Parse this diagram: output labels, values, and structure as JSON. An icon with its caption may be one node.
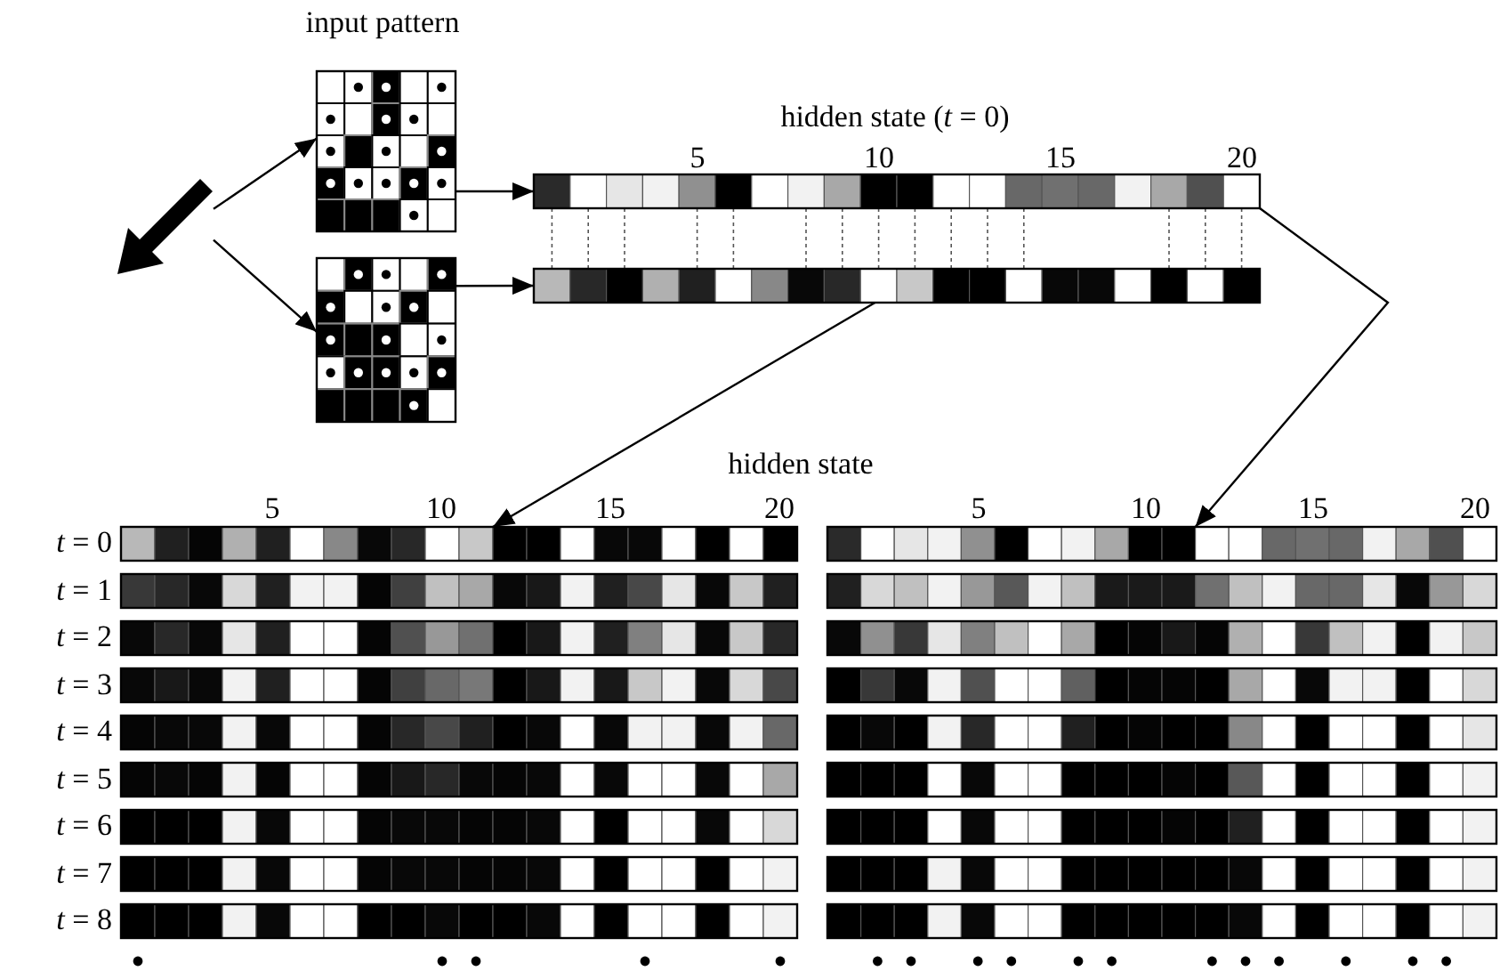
{
  "diagram": {
    "nodes": [
      {
        "text": [],
        "shape": "arrow"
      },
      {
        "text": [],
        "shape": "grid",
        "beside": [
          "input pattern"
        ]
      },
      {
        "text": [],
        "shape": "grid"
      },
      {
        "text": [],
        "shape": "bar",
        "beside": [
          "hidden state (*t* = 0)",
          "5",
          "10",
          "15",
          "20"
        ]
      },
      {
        "text": [],
        "shape": "bar"
      },
      {
        "text": [],
        "shape": "grid"
      },
      {
        "text": [],
        "shape": "grid"
      }
    ],
    "edges": [
      {
        "from": 0,
        "to": 1,
        "arrow": "to"
      },
      {
        "from": 0,
        "to": 2,
        "arrow": "to"
      },
      {
        "from": 1,
        "to": 3,
        "arrow": "to"
      },
      {
        "from": 2,
        "to": 4,
        "arrow": "to"
      },
      {
        "from": 4,
        "to": 5,
        "arrow": "to"
      },
      {
        "from": 3,
        "to": 6,
        "arrow": "to"
      },
      {
        "from": 3,
        "to": 4,
        "arrow": "none",
        "style": "dashed",
        "color": "#555555"
      },
      {
        "from": 3,
        "to": 4,
        "arrow": "none",
        "style": "dashed",
        "color": "#555555"
      },
      {
        "from": 3,
        "to": 4,
        "arrow": "none",
        "style": "dashed",
        "color": "#555555"
      },
      {
        "from": 3,
        "to": 4,
        "arrow": "none",
        "style": "dashed",
        "color": "#555555"
      },
      {
        "from": 3,
        "to": 4,
        "arrow": "none",
        "style": "dashed",
        "color": "#555555"
      },
      {
        "from": 3,
        "to": 4,
        "arrow": "none",
        "style": "dashed",
        "color": "#555555"
      },
      {
        "from": 3,
        "to": 4,
        "arrow": "none",
        "style": "dashed",
        "color": "#555555"
      },
      {
        "from": 3,
        "to": 4,
        "arrow": "none",
        "style": "dashed",
        "color": "#555555"
      },
      {
        "from": 3,
        "to": 4,
        "arrow": "none",
        "style": "dashed",
        "color": "#555555"
      },
      {
        "from": 3,
        "to": 4,
        "arrow": "none",
        "style": "dashed",
        "color": "#555555"
      },
      {
        "from": 3,
        "to": 4,
        "arrow": "none",
        "style": "dashed",
        "color": "#555555"
      },
      {
        "from": 3,
        "to": 4,
        "arrow": "none",
        "style": "dashed",
        "color": "#555555"
      },
      {
        "from": 3,
        "to": 4,
        "arrow": "none",
        "style": "dashed",
        "color": "#555555"
      },
      {
        "from": 3,
        "to": 4,
        "arrow": "none",
        "style": "dashed",
        "color": "#555555"
      },
      {
        "from": 3,
        "to": 4,
        "arrow": "none",
        "style": "dashed",
        "color": "#555555"
      }
    ],
    "labels": [
      "hidden state",
      "5",
      "10",
      "15",
      "20",
      "5",
      "10",
      "15",
      "20",
      "*t* = 0",
      "*t* = 1",
      "*t* = 2",
      "*t* = 3",
      "*t* = 4",
      "*t* = 5",
      "*t* = 6",
      "*t* = 7",
      "*t* = 8"
    ]
  }
}
